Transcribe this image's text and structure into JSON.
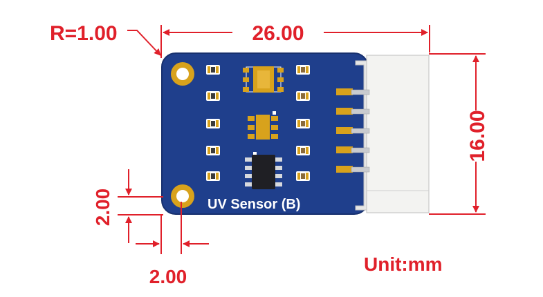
{
  "colors": {
    "dimension": "#e0202a",
    "pcb": "#1f3f8c",
    "pcb_edge": "#17306e",
    "gold": "#d8a21c",
    "pad_silver": "#d7d9dd",
    "ic_body": "#1f1f24",
    "connector": "#f3f3f1",
    "connector_edge": "#bfbfbf",
    "silkscreen": "#ffffff"
  },
  "dimensions": {
    "corner_radius": "R=1.00",
    "width": "26.00",
    "height": "16.00",
    "hole_offset_vertical": "2.00",
    "hole_offset_horizontal": "2.00"
  },
  "board": {
    "label": "UV Sensor (B)"
  },
  "unit_note": "Unit:mm"
}
